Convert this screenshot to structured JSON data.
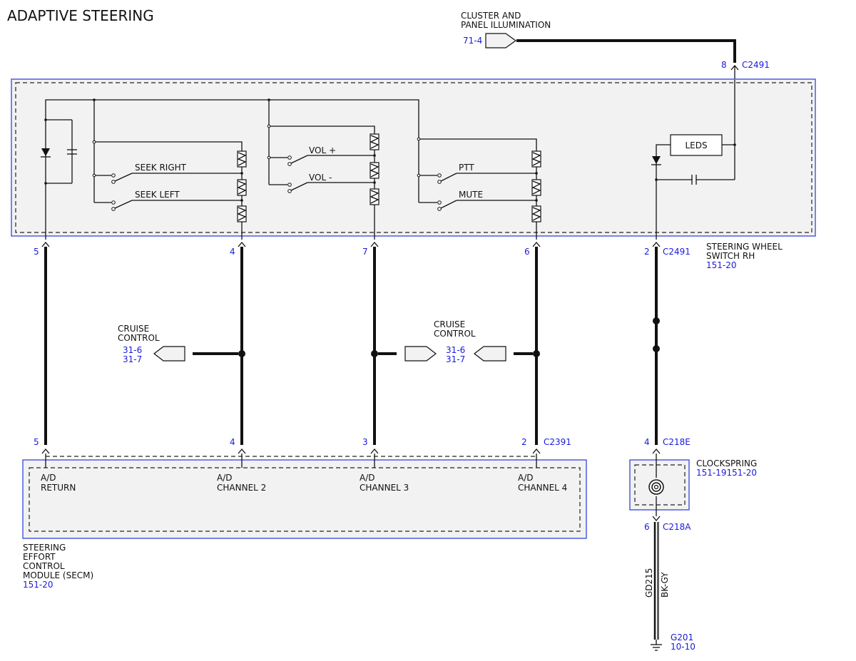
{
  "title": "ADAPTIVE STEERING",
  "illumination": {
    "line1": "CLUSTER AND",
    "line2": "PANEL ILLUMINATION",
    "ref": "71-4",
    "pin": "8",
    "connector": "C2491"
  },
  "switch": {
    "name_line1": "STEERING WHEEL",
    "name_line2": "SWITCH RH",
    "ref": "151-20",
    "seek_right": "SEEK RIGHT",
    "seek_left": "SEEK LEFT",
    "vol_up": "VOL +",
    "vol_down": "VOL -",
    "ptt": "PTT",
    "mute": "MUTE",
    "leds": "LEDS",
    "pins": [
      "5",
      "4",
      "7",
      "6",
      "2"
    ],
    "connector": "C2491"
  },
  "cruise": [
    {
      "line1": "CRUISE",
      "line2": "CONTROL",
      "ref1": "31-6",
      "ref2": "31-7"
    },
    {
      "line1": "CRUISE",
      "line2": "CONTROL",
      "ref1": "31-6",
      "ref2": "31-7"
    }
  ],
  "secm": {
    "pins": [
      "5",
      "4",
      "3",
      "2"
    ],
    "connector": "C2391",
    "a1_l1": "A/D",
    "a1_l2": "RETURN",
    "a2_l1": "A/D",
    "a2_l2": "CHANNEL 2",
    "a3_l1": "A/D",
    "a3_l2": "CHANNEL 3",
    "a4_l1": "A/D",
    "a4_l2": "CHANNEL 4",
    "name_l1": "STEERING",
    "name_l2": "EFFORT",
    "name_l3": "CONTROL",
    "name_l4": "MODULE (SECM)",
    "ref": "151-20"
  },
  "clockspring": {
    "name": "CLOCKSPRING",
    "ref": "151-19151-20",
    "top_pin": "4",
    "top_connector": "C218E",
    "bottom_pin": "6",
    "bottom_connector": "C218A"
  },
  "ground": {
    "circuit": "GD215",
    "color": "BK-GY",
    "name": "G201",
    "ref": "10-10"
  }
}
